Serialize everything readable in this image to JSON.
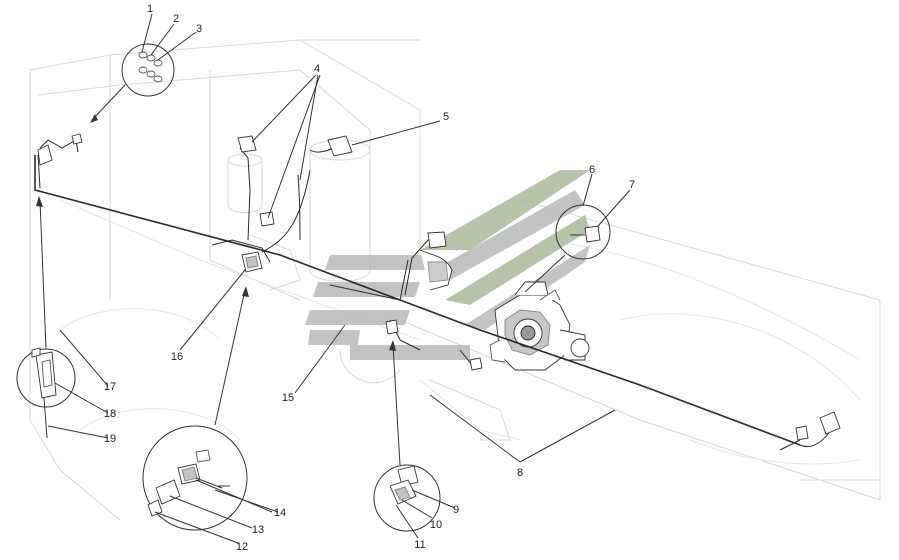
{
  "diagram": {
    "labels": [
      {
        "id": "1",
        "text": "1"
      },
      {
        "id": "2",
        "text": "2"
      },
      {
        "id": "3",
        "text": "3"
      },
      {
        "id": "4",
        "text": "4"
      },
      {
        "id": "5",
        "text": "5"
      },
      {
        "id": "6",
        "text": "6"
      },
      {
        "id": "7",
        "text": "7"
      },
      {
        "id": "8",
        "text": "8"
      },
      {
        "id": "9",
        "text": "9"
      },
      {
        "id": "10",
        "text": "10"
      },
      {
        "id": "11",
        "text": "11"
      },
      {
        "id": "12",
        "text": "12"
      },
      {
        "id": "13",
        "text": "13"
      },
      {
        "id": "14",
        "text": "14"
      },
      {
        "id": "15",
        "text": "15"
      },
      {
        "id": "16",
        "text": "16"
      },
      {
        "id": "17",
        "text": "17"
      },
      {
        "id": "18",
        "text": "18"
      },
      {
        "id": "19",
        "text": "19"
      }
    ],
    "colors": {
      "ink": "#2a2a2a",
      "watermark_gray": "#b9b9b9",
      "watermark_green": "#a9b99a",
      "ghost": "#d8d8d8"
    }
  }
}
